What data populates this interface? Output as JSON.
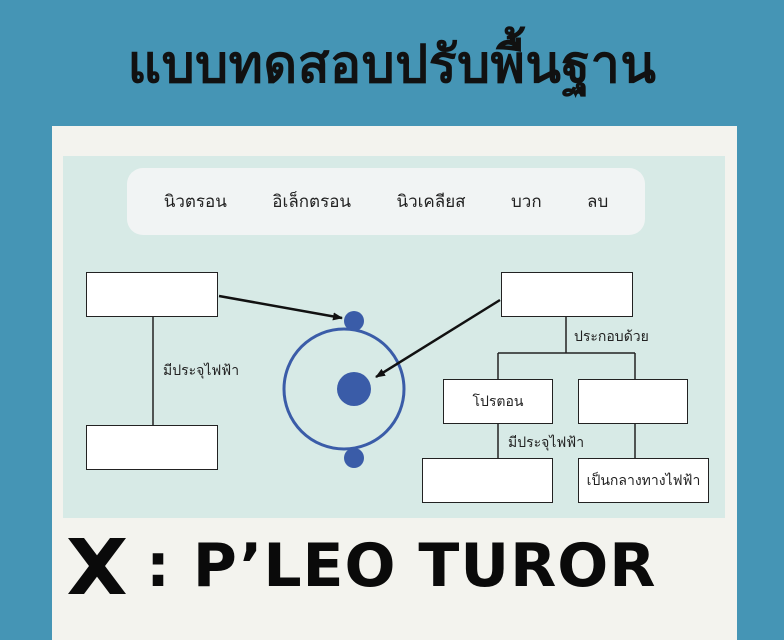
{
  "title": "แบบทดสอบปรับพื้นฐาน",
  "word_bank": [
    "นิวตรอน",
    "อิเล็กตรอน",
    "นิวเคลียส",
    "บวก",
    "ลบ"
  ],
  "left": {
    "connector_label": "มีประจุไฟฟ้า"
  },
  "right": {
    "consists_of_label": "ประกอบด้วย",
    "proton_box": "โปรตอน",
    "charge_label": "มีประจุไฟฟ้า",
    "neutral_box": "เป็นกลางทางไฟฟ้า"
  },
  "footer": {
    "icon": "x-logo-icon",
    "text": ": P’LEO TUROR"
  },
  "colors": {
    "background": "#4595b5",
    "diagram_bg": "#d7eae6",
    "atom": "#3a5ca8"
  }
}
